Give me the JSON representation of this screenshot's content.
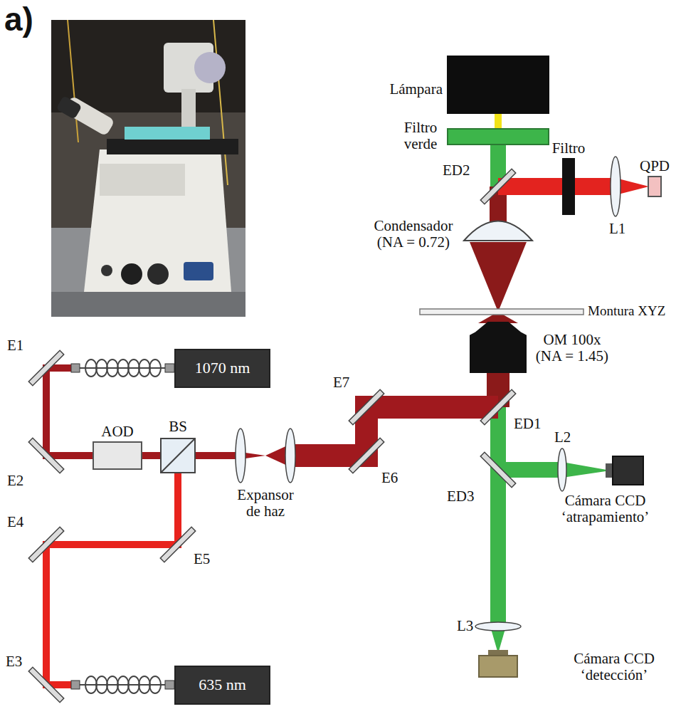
{
  "diagram": {
    "nodes": [
      {
        "text": [
          "Lámpara"
        ]
      },
      {
        "text": [
          "Filtro verde"
        ]
      },
      {
        "text": [
          "Filtro"
        ]
      },
      {
        "text": [
          "QPD"
        ]
      },
      {
        "text": [
          "Condensador (NA = 0.72)"
        ]
      },
      {
        "text": [
          "OM 100x (NA = 1.45)"
        ]
      },
      {
        "text": [
          "1070 nm"
        ]
      },
      {
        "text": [
          "AOD"
        ]
      },
      {
        "text": [
          "BS"
        ]
      },
      {
        "text": [
          "Cámara CCD ‘atrapamiento’"
        ]
      },
      {
        "text": [
          "635 nm"
        ]
      },
      {
        "text": [
          "Cámara CCD ‘detección’"
        ]
      }
    ],
    "edges": [
      {
        "from": 7,
        "to": 8,
        "arrow": "none"
      },
      {
        "from": 0,
        "to": 1,
        "arrow": "none"
      }
    ],
    "labels": [
      "a)",
      "ED2",
      "L1",
      "Montura XYZ",
      "E1",
      "E7",
      "ED1",
      "L2",
      "E2",
      "E6",
      "Expansor de haz",
      "ED3",
      "E4",
      "E5",
      "L3",
      "E3"
    ]
  }
}
